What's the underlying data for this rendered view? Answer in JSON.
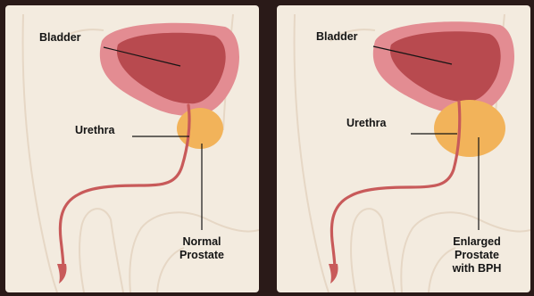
{
  "panels": [
    {
      "bladder_label": "Bladder",
      "urethra_label": "Urethra",
      "prostate_label_line1": "Normal",
      "prostate_label_line2": "Prostate",
      "prostate_label_line3": ""
    },
    {
      "bladder_label": "Bladder",
      "urethra_label": "Urethra",
      "prostate_label_line1": "Enlarged",
      "prostate_label_line2": "Prostate",
      "prostate_label_line3": "with BPH"
    }
  ],
  "colors": {
    "frame": "#2a1a18",
    "panel_background": "#f3ebdf",
    "bladder_outer": "#e38c92",
    "bladder_inner": "#b84a4f",
    "prostate": "#f2b35a",
    "urethra": "#c85a5a",
    "body_outline": "#e6d7c5"
  }
}
